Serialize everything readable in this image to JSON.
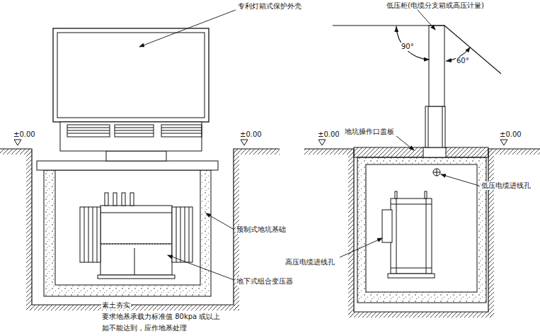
{
  "diagram": {
    "labels": [
      "专利灯箱式保护外壳",
      "低压柜(电缆分支箱或高压计量)",
      "90°",
      "60°",
      "地坑操作口盖板",
      "±0.00",
      "±0.00",
      "±0.00",
      "±0.00",
      "低压电缆进线孔",
      "预制式地坑基础",
      "高压电缆进线孔",
      "地下式组合变压器",
      "素土夯实",
      "要求地基承载力标准值 80kpa 或以上",
      "如不能达到，应作地基处理"
    ]
  }
}
